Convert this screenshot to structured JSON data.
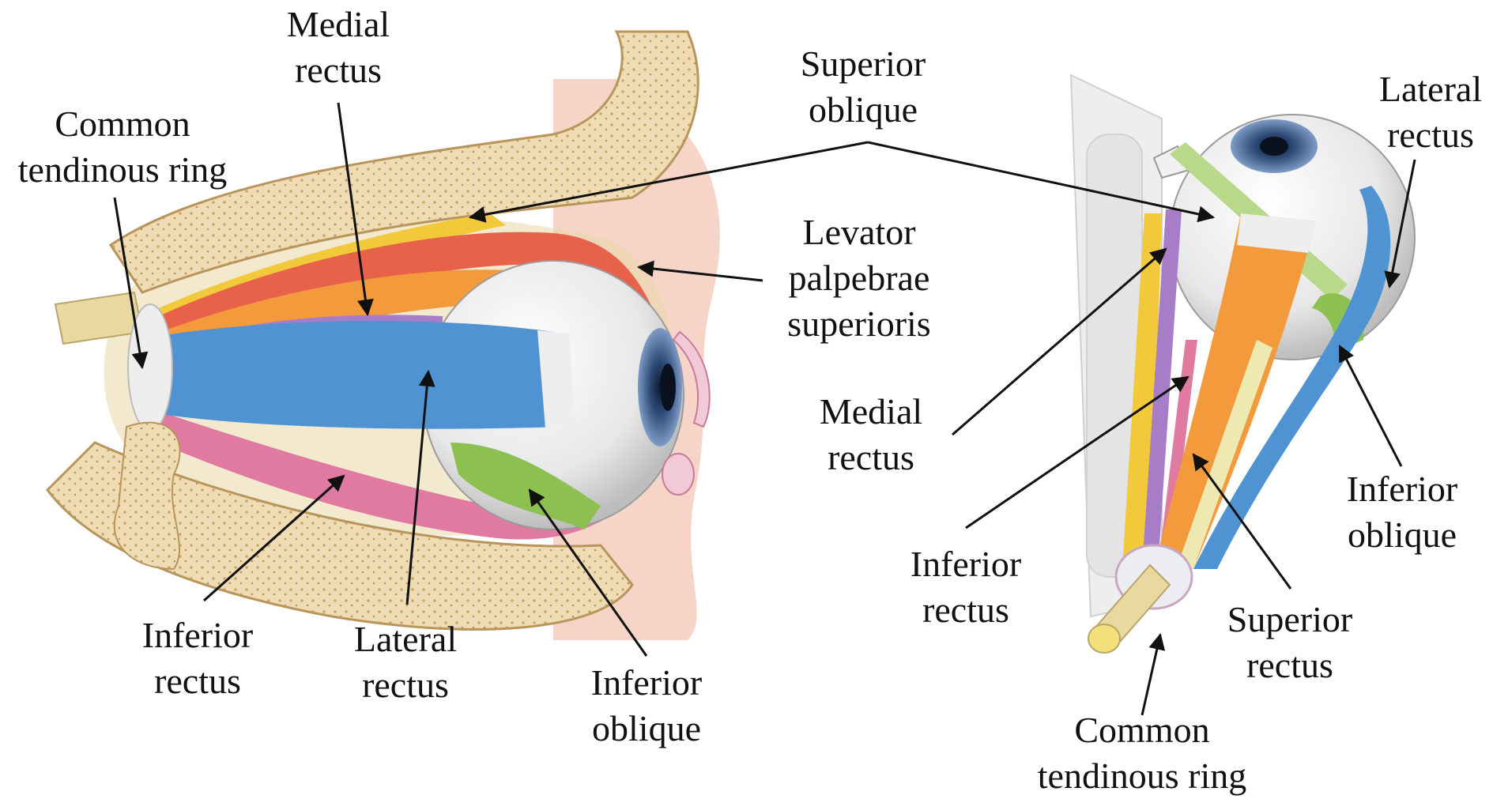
{
  "labels": {
    "left": {
      "common_tendinous_ring": [
        "Common",
        "tendinous ring"
      ],
      "medial_rectus": [
        "Medial",
        "rectus"
      ],
      "superior_oblique": [
        "Superior",
        "oblique"
      ],
      "levator": [
        "Levator",
        "palpebrae",
        "superioris"
      ],
      "inferior_rectus": [
        "Inferior",
        "rectus"
      ],
      "lateral_rectus": [
        "Lateral",
        "rectus"
      ],
      "inferior_oblique": [
        "Inferior",
        "oblique"
      ]
    },
    "right": {
      "lateral_rectus": [
        "Lateral",
        "rectus"
      ],
      "medial_rectus": [
        "Medial",
        "rectus"
      ],
      "inferior_oblique": [
        "Inferior",
        "oblique"
      ],
      "inferior_rectus": [
        "Inferior",
        "rectus"
      ],
      "superior_rectus": [
        "Superior",
        "rectus"
      ],
      "common_tendinous_ring": [
        "Common",
        "tendinous ring"
      ]
    }
  },
  "colors": {
    "bone": "#efdcb4",
    "bone_dark": "#c9a86c",
    "skin": "#f6d5c8",
    "superior_oblique": "#f2c93a",
    "levator": "#e8614a",
    "superior_rectus": "#f39a3c",
    "medial_rectus": "#a77dc7",
    "lateral_rectus": "#4f93d2",
    "inferior_rectus": "#e07aa0",
    "inferior_oblique": "#8cc152",
    "tendon": "#eeeeee",
    "eyeball": "#f2f2f2",
    "iris": "#41608e",
    "nerve": "#e8d9a0",
    "wall": "#eeeeee"
  }
}
